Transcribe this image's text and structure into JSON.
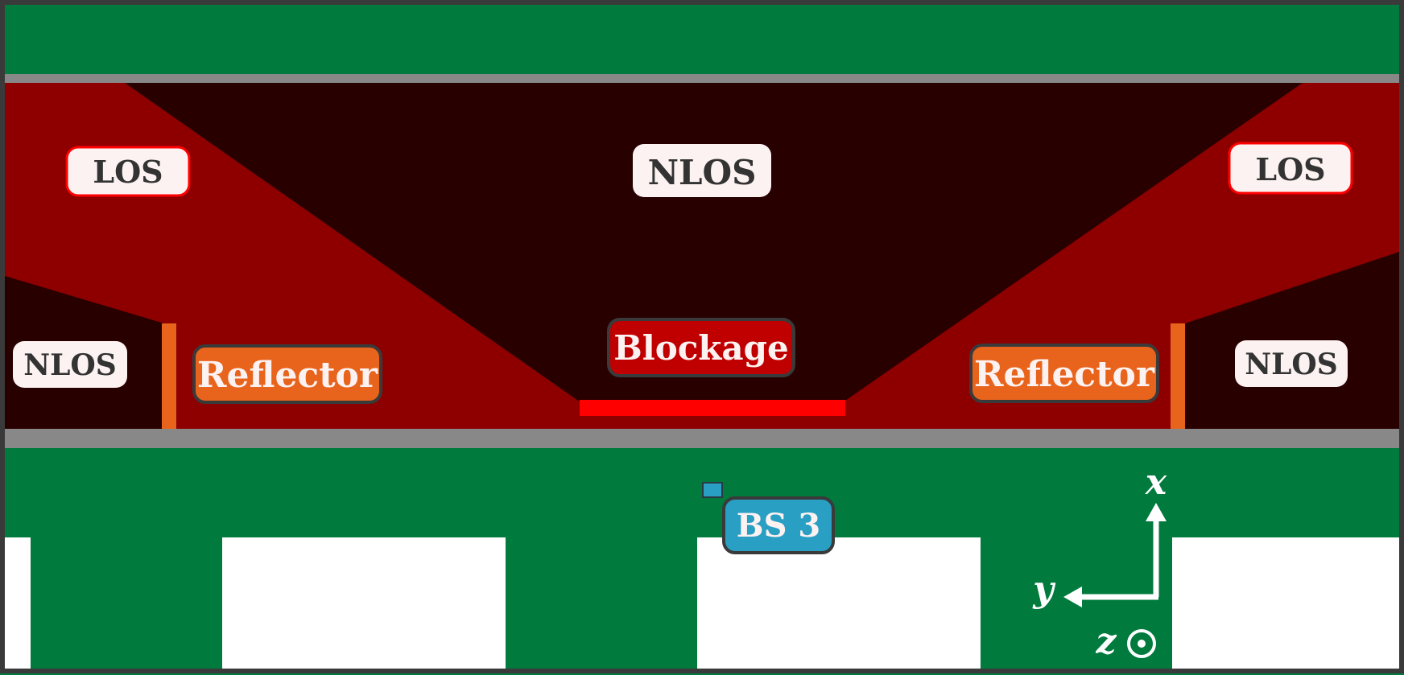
{
  "labels": {
    "los_left": "LOS",
    "los_right": "LOS",
    "nlos_top": "NLOS",
    "nlos_left": "NLOS",
    "nlos_right": "NLOS",
    "reflector_left": "Reflector",
    "reflector_right": "Reflector",
    "blockage": "Blockage",
    "bs": "BS 3",
    "axis_x": "x",
    "axis_y": "y",
    "axis_z": "z"
  },
  "colors": {
    "green": "#007a3d",
    "road": "#888888",
    "los_zone": "#8e0000",
    "nlos_zone": "#280000",
    "blockage": "#ff0000",
    "reflector": "#e8641c",
    "bs": "#2a9fc4",
    "building": "#ffffff",
    "label_bg": "#fdf2f2"
  }
}
